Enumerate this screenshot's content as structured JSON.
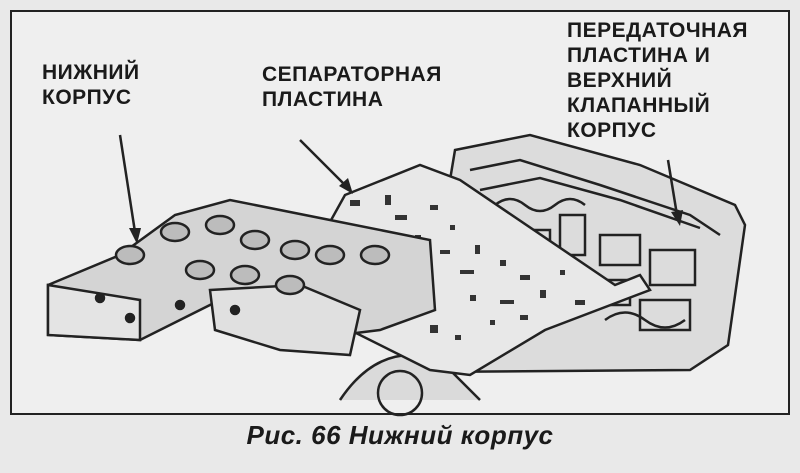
{
  "figure": {
    "labels": {
      "lower_body": "НИЖНИЙ\nКОРПУС",
      "separator_plate": "СЕПАРАТОРНАЯ\nПЛАСТИНА",
      "transfer_plate_upper_body": "ПЕРЕДАТОЧНАЯ\nПЛАСТИНА И\nВЕРХНИЙ\nКЛАПАННЫЙ\nКОРПУС"
    },
    "caption": "Рис. 66 Нижний корпус"
  }
}
